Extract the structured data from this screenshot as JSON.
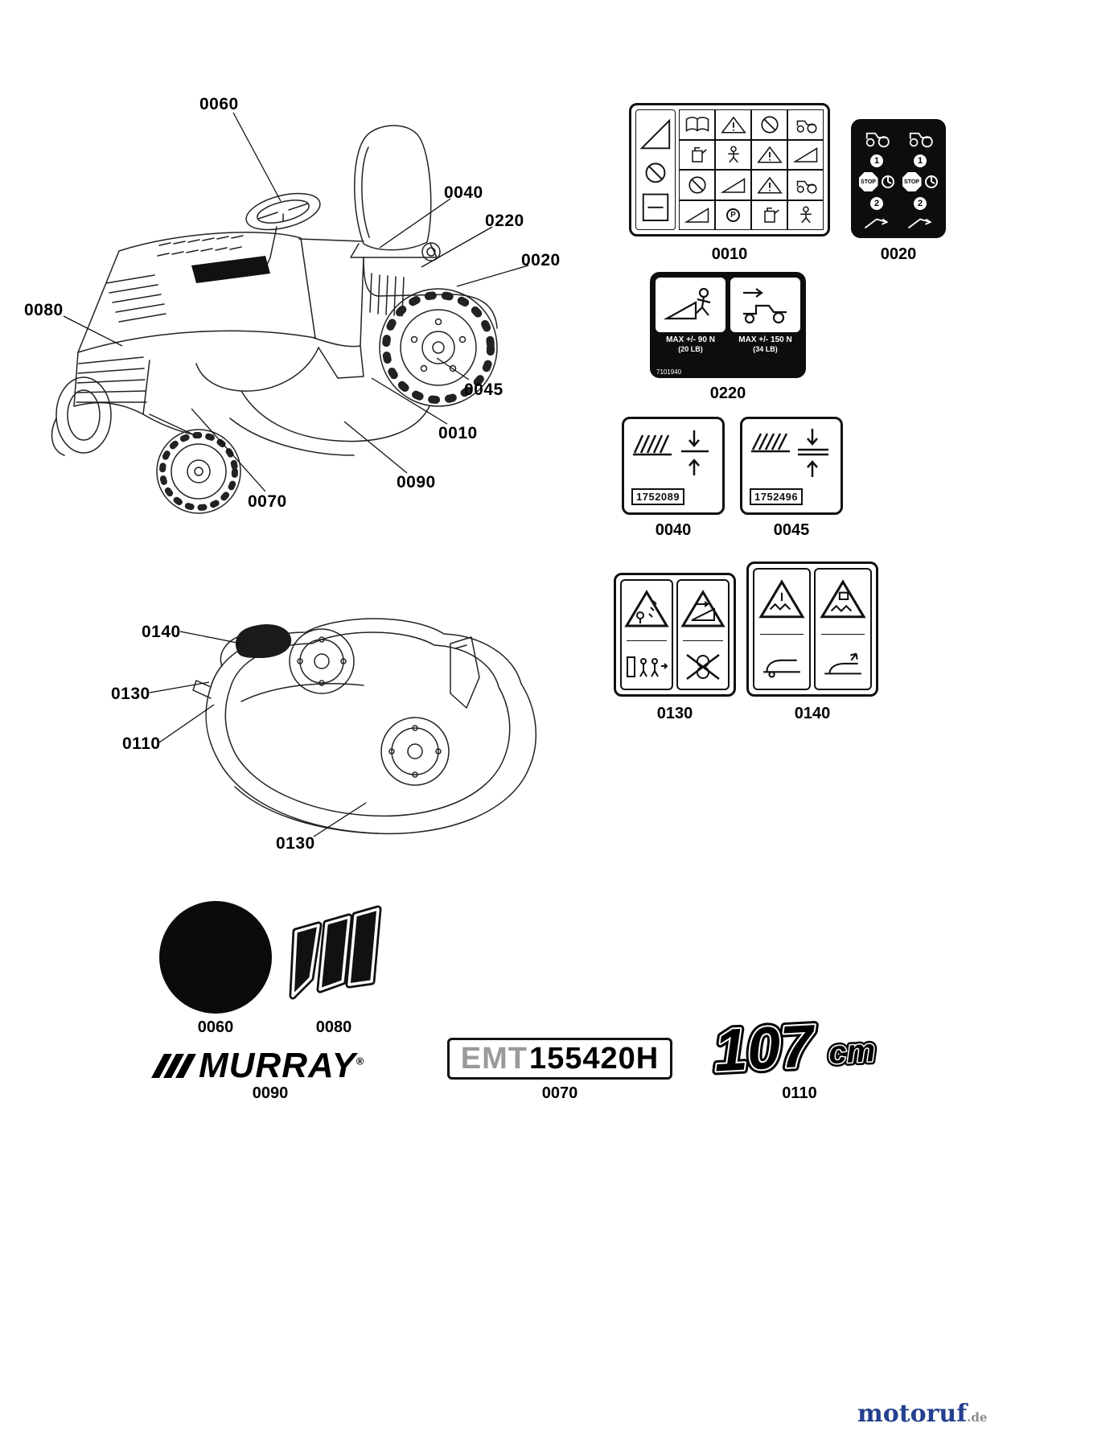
{
  "watermark": {
    "name": "motoruf",
    "tld": ".de"
  },
  "callouts": {
    "tractor": [
      "0060",
      "0040",
      "0220",
      "0020",
      "0080",
      "0045",
      "0010",
      "0090",
      "0070"
    ],
    "deck": [
      "0140",
      "0130",
      "0110",
      "0130"
    ]
  },
  "decals": {
    "d0010": {
      "label": "0010",
      "p": "P"
    },
    "d0020": {
      "label": "0020",
      "stop": "STOP",
      "step1": "1",
      "step2": "2"
    },
    "d0220": {
      "label": "0220",
      "left_line1": "MAX +/- 90 N",
      "left_line2": "(20 LB)",
      "right_line1": "MAX +/- 150 N",
      "right_line2": "(34 LB)",
      "code": "7101940"
    },
    "d0040": {
      "label": "0040",
      "code": "1752089"
    },
    "d0045": {
      "label": "0045",
      "code": "1752496"
    },
    "d0130": {
      "label": "0130"
    },
    "d0140": {
      "label": "0140"
    }
  },
  "logos": {
    "circle": {
      "label": "0060"
    },
    "m_arrows": {
      "label": "0080"
    },
    "murray": {
      "label": "0090",
      "text": "MURRAY",
      "reg": "®"
    },
    "emt": {
      "label": "0070",
      "prefix": "EMT",
      "number": "155420H"
    },
    "size": {
      "label": "0110",
      "value": "107",
      "unit": "cm"
    }
  }
}
